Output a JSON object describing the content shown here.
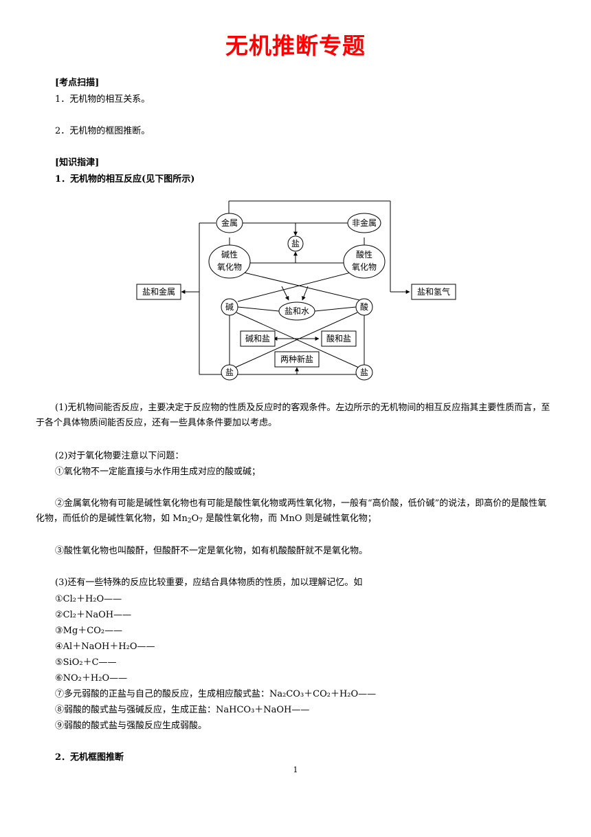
{
  "title": "无机推断专题",
  "kaodian": {
    "header": "[考点扫描]",
    "item1": "1．无机物的相互关系。",
    "item2": "2．无机物的框图推断。"
  },
  "zhishi": {
    "header": "[知识指津]",
    "sub1": "1．无机物的相互反应(见下图所示)"
  },
  "diagram": {
    "metal": "金属",
    "nonmetal": "非金属",
    "salt_top": "盐",
    "basic_oxide_1": "碱性",
    "basic_oxide_2": "氧化物",
    "acidic_oxide_1": "酸性",
    "acidic_oxide_2": "氧化物",
    "salt_and_metal": "盐和金属",
    "salt_and_hydrogen": "盐和氢气",
    "base": "碱",
    "acid": "酸",
    "salt_and_water": "盐和水",
    "base_and_salt": "碱和盐",
    "acid_and_salt": "酸和盐",
    "two_new_salts": "两种新盐",
    "salt_bl": "盐",
    "salt_br": "盐"
  },
  "text": {
    "p1": "(1)无机物间能否反应，主要决定于反应物的性质及反应时的客观条件。左边所示的无机物间的相互反应指其主要性质而言，至于各个具体物质间能否反应，还有一些具体条件要加以考虑。",
    "p2": "(2)对于氧化物要注意以下问题：",
    "p2_1": "①氧化物不一定能直接与水作用生成对应的酸或碱；",
    "p2_2a": "②金属氧化物有可能是碱性氧化物也有可能是酸性氧化物或两性氧化物，一般有“高价酸，低价碱”的说法，即高价的是酸性氧化物，而低价的是碱性氧化物，如 Mn",
    "p2_2b": "2",
    "p2_2c": "O",
    "p2_2d": "7",
    "p2_2e": " 是酸性氧化物，而 MnO 则是碱性氧化物；",
    "p2_3": "③酸性氧化物也叫酸酐，但酸酐不一定是氧化物，如有机酸酸酐就不是氧化物。",
    "p3": "(3)还有一些特殊的反应比较重要，应结合具体物质的性质，加以理解记忆。如",
    "r1": "①Cl₂＋H₂O——",
    "r2": "②Cl₂＋NaOH——",
    "r3": "③Mg＋CO₂——",
    "r4": "④Al＋NaOH＋H₂O——",
    "r5": "⑤SiO₂＋C——",
    "r6": "⑥NO₂＋H₂O——",
    "r7": "⑦多元弱酸的正盐与自己的酸反应，生成相应酸式盐：Na₂CO₃＋CO₂＋H₂O——",
    "r8": "⑧弱酸的酸式盐与强碱反应，生成正盐：NaHCO₃＋NaOH——",
    "r9": "⑨弱酸的酸式盐与强酸反应生成弱酸。",
    "sub2": "2．无机框图推断"
  },
  "page_number": "1"
}
